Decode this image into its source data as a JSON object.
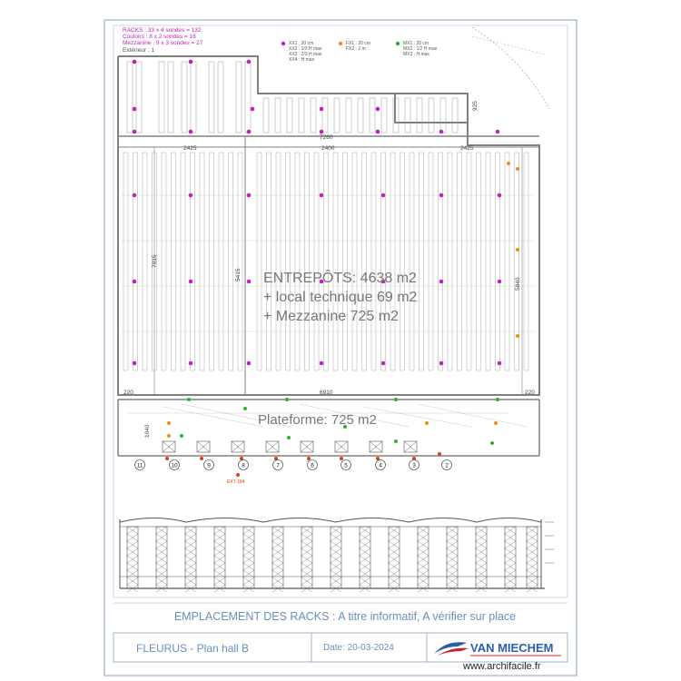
{
  "legend": {
    "lines": [
      "RACKS : 33 x 4 sondes = 132",
      "Couloirs : 8 x 2 sondes = 16",
      "Mezzanine : 9 x 3 sondes = 27",
      "Extérieur : 1"
    ],
    "keys": [
      {
        "color": "#c020c0",
        "lines": [
          "XX1 : 20 cm",
          "XX2 : 1/3 H max",
          "XX3 : 2/3 H max",
          "XX4 : H max"
        ]
      },
      {
        "color": "#e8901a",
        "lines": [
          "FX1 : 20 cm",
          "FX2 : 2 m"
        ]
      },
      {
        "color": "#30b030",
        "lines": [
          "MX1 : 20 cm",
          "MX2 : 1/2 H max",
          "MX3 : H max"
        ]
      }
    ]
  },
  "dimensions": {
    "top_width": "7260",
    "seg_a": "2425",
    "seg_b": "2400",
    "seg_c": "2425",
    "left_height": "7015",
    "mid_height": "5415",
    "right_height": "5840",
    "bottom_width": "6910",
    "bottom_left": "220",
    "bottom_right": "220",
    "plat_height": "1040",
    "corner": "925"
  },
  "areas": {
    "main_line1": "ENTREPÔTS: 4638 m2",
    "main_line2": "+ local technique 69 m2",
    "main_line3": "+ Mezzanine 725 m2",
    "platform": "Plateforme: 725 m2"
  },
  "docks": [
    "11",
    "10",
    "9",
    "8",
    "7",
    "6",
    "5",
    "4",
    "3",
    "2"
  ],
  "exterior_label": "EXT-184",
  "title": "EMPLACEMENT DES RACKS : A titre informatif, A vérifier sur place",
  "footer": {
    "plan": "FLEURUS - Plan hall B",
    "date": "Date: 20-03-2024",
    "company": "VAN MIECHEM"
  },
  "watermark": "www.archifacile.fr",
  "colors": {
    "rack_probe": "#c020c0",
    "corridor_probe": "#e8901a",
    "mezzanine_probe": "#30b030",
    "exterior_probe": "#e04010",
    "title_text": "#6a8fb8",
    "walls": "#808080"
  }
}
